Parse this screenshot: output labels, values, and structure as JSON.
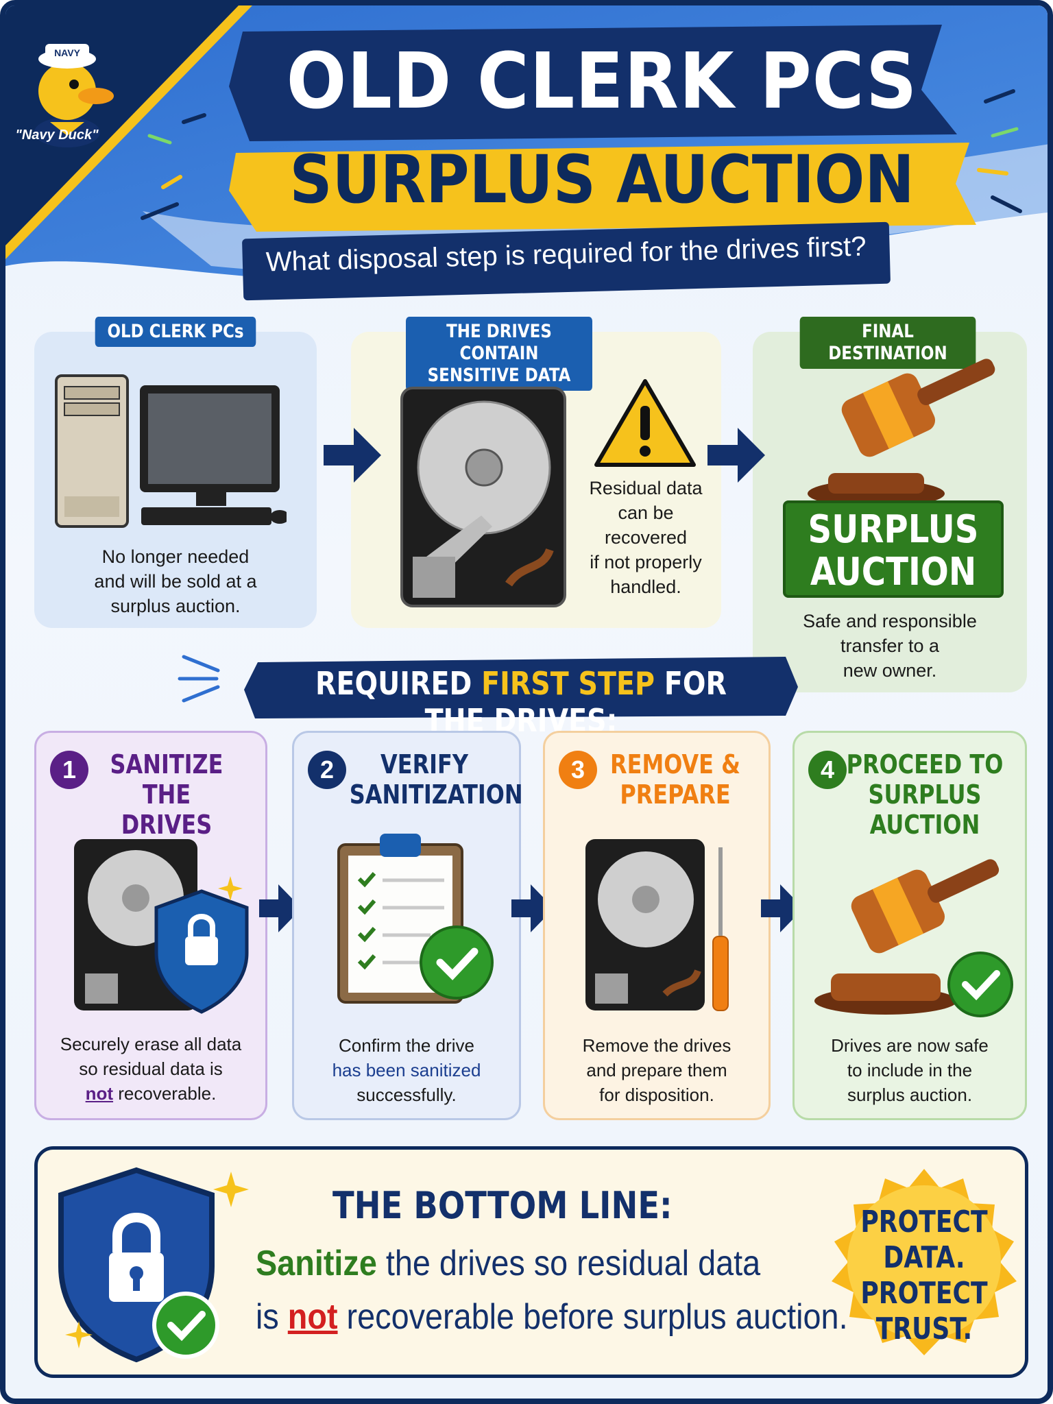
{
  "mascot": {
    "label": "\"Navy Duck\"",
    "cap_text": "NAVY"
  },
  "header": {
    "title_line1": "OLD CLERK PCS",
    "title_line2": "SURPLUS AUCTION",
    "question": "What disposal step is required for the drives first?"
  },
  "overview": [
    {
      "label": "OLD CLERK PCs",
      "caption": [
        "No longer needed",
        "and will be sold at a",
        "surplus auction."
      ],
      "color": "#1b5fb0"
    },
    {
      "label_lines": [
        "THE DRIVES CONTAIN",
        "SENSITIVE DATA"
      ],
      "caption": [
        "Residual data",
        "can be recovered",
        "if not properly",
        "handled."
      ],
      "color": "#1b5fb0"
    },
    {
      "label": "FINAL DESTINATION",
      "badge_lines": [
        "SURPLUS",
        "AUCTION"
      ],
      "caption": [
        "Safe and responsible",
        "transfer to a",
        "new owner."
      ],
      "color": "#2e6b1f"
    }
  ],
  "required": {
    "pre": "REQUIRED ",
    "highlight": "FIRST STEP",
    "post": " FOR THE DRIVES:"
  },
  "steps": [
    {
      "num": "1",
      "title": [
        "SANITIZE",
        "THE DRIVES"
      ],
      "desc": [
        "Securely erase all data",
        "so residual data is",
        "not",
        " recoverable."
      ],
      "color": "#5a1f86",
      "bg": "#f1e8f8",
      "border": "#c8aee3"
    },
    {
      "num": "2",
      "title": [
        "VERIFY",
        "SANITIZATION"
      ],
      "desc": [
        "Confirm the drive",
        "has been sanitized",
        "successfully."
      ],
      "color": "#13306b",
      "bg": "#e8eefa",
      "border": "#b9c8e6"
    },
    {
      "num": "3",
      "title": [
        "REMOVE &",
        "PREPARE"
      ],
      "desc": [
        "Remove the drives",
        "and prepare them",
        "for disposition."
      ],
      "color": "#f07f12",
      "bg": "#fdf3e3",
      "border": "#f4cf9e"
    },
    {
      "num": "4",
      "title": [
        "PROCEED TO",
        "SURPLUS AUCTION"
      ],
      "desc": [
        "Drives are now safe",
        "to include in the",
        "surplus auction."
      ],
      "color": "#2e7d1f",
      "bg": "#e9f4e3",
      "border": "#b8dba8"
    }
  ],
  "bottom_line": {
    "title": "THE BOTTOM LINE:",
    "line1_a": "Sanitize",
    "line1_b": " the drives so residual data",
    "line2_a": "is ",
    "line2_b": "not",
    "line2_c": " recoverable before surplus auction.",
    "seal_lines": [
      "PROTECT",
      "DATA.",
      "PROTECT",
      "TRUST."
    ]
  },
  "colors": {
    "navy": "#0d2a5c",
    "yellow": "#f6c21c",
    "green": "#2e7d1f",
    "red": "#d32020",
    "orange": "#f07f12",
    "purple": "#5a1f86"
  },
  "icons": [
    "duck-mascot-icon",
    "desktop-computer-icon",
    "hard-drive-icon",
    "warning-icon",
    "gavel-icon",
    "shield-lock-icon",
    "clipboard-checklist-icon",
    "screwdriver-icon",
    "checkmark-icon",
    "arrow-right-icon",
    "sparkle-icon"
  ]
}
